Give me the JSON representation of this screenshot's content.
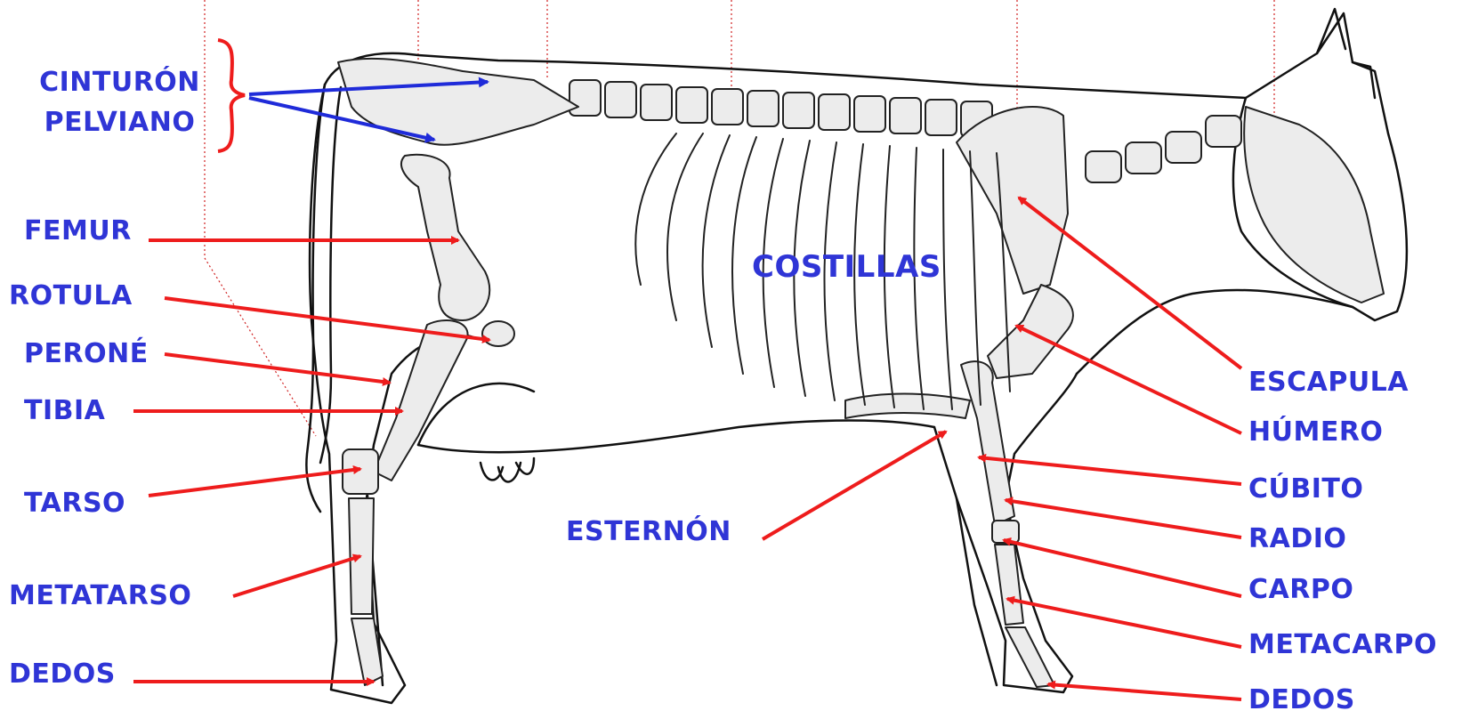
{
  "labels": {
    "cinturon_line1": "CINTURÓN",
    "cinturon_line2": "PELVIANO",
    "femur": "FEMUR",
    "rotula": "ROTULA",
    "perone": "PERONÉ",
    "tibia": "TIBIA",
    "tarso": "TARSO",
    "metatarso": "METATARSO",
    "dedos_left": "DEDOS",
    "esternon": "ESTERNÓN",
    "costillas": "COSTILLAS",
    "escapula": "ESCAPULA",
    "humero": "HÚMERO",
    "cubito": "CÚBITO",
    "radio": "RADIO",
    "carpo": "CARPO",
    "metacarpo": "METACARPO",
    "dedos_right": "DEDOS"
  },
  "colors": {
    "label_text": "#2f35d6",
    "pointer_arrow": "#ee1c1c",
    "pelvis_arrow": "#1f2bd9",
    "bracket": "#ee1c1c",
    "dotted_guides": "#d02020",
    "outline": "#111111",
    "bone_fill": "#ececec"
  }
}
